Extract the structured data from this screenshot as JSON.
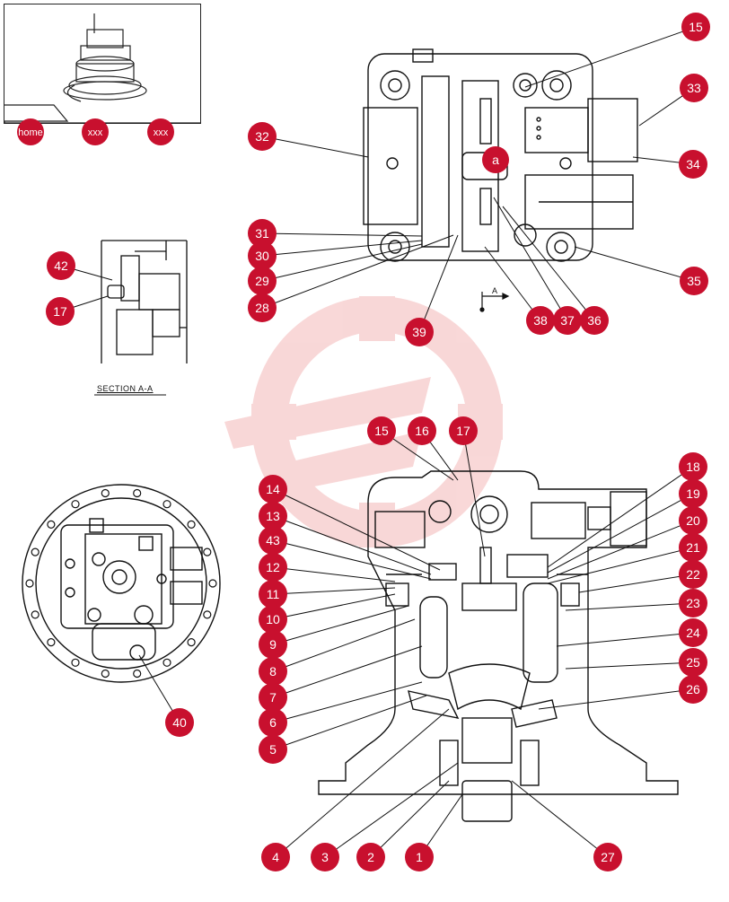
{
  "nav": {
    "home_label": "home",
    "prev_label": "xxx",
    "next_label": "xxx"
  },
  "section_label": "SECTION  A-A",
  "view_arrow_label": "A",
  "detail_label": "a",
  "callouts_top": [
    "15",
    "33",
    "32",
    "34",
    "31",
    "30",
    "29",
    "28",
    "35",
    "39",
    "38",
    "37",
    "36"
  ],
  "callouts_section": [
    "42",
    "17"
  ],
  "callouts_bottom_view": [
    "40"
  ],
  "callouts_main": [
    "15",
    "16",
    "17",
    "14",
    "13",
    "43",
    "12",
    "11",
    "10",
    "9",
    "8",
    "7",
    "6",
    "5",
    "18",
    "19",
    "20",
    "21",
    "22",
    "23",
    "24",
    "25",
    "26",
    "4",
    "3",
    "2",
    "1",
    "27"
  ],
  "colors": {
    "callout": "#c8102e",
    "line": "#111111",
    "watermark": "#f4b8b8"
  }
}
